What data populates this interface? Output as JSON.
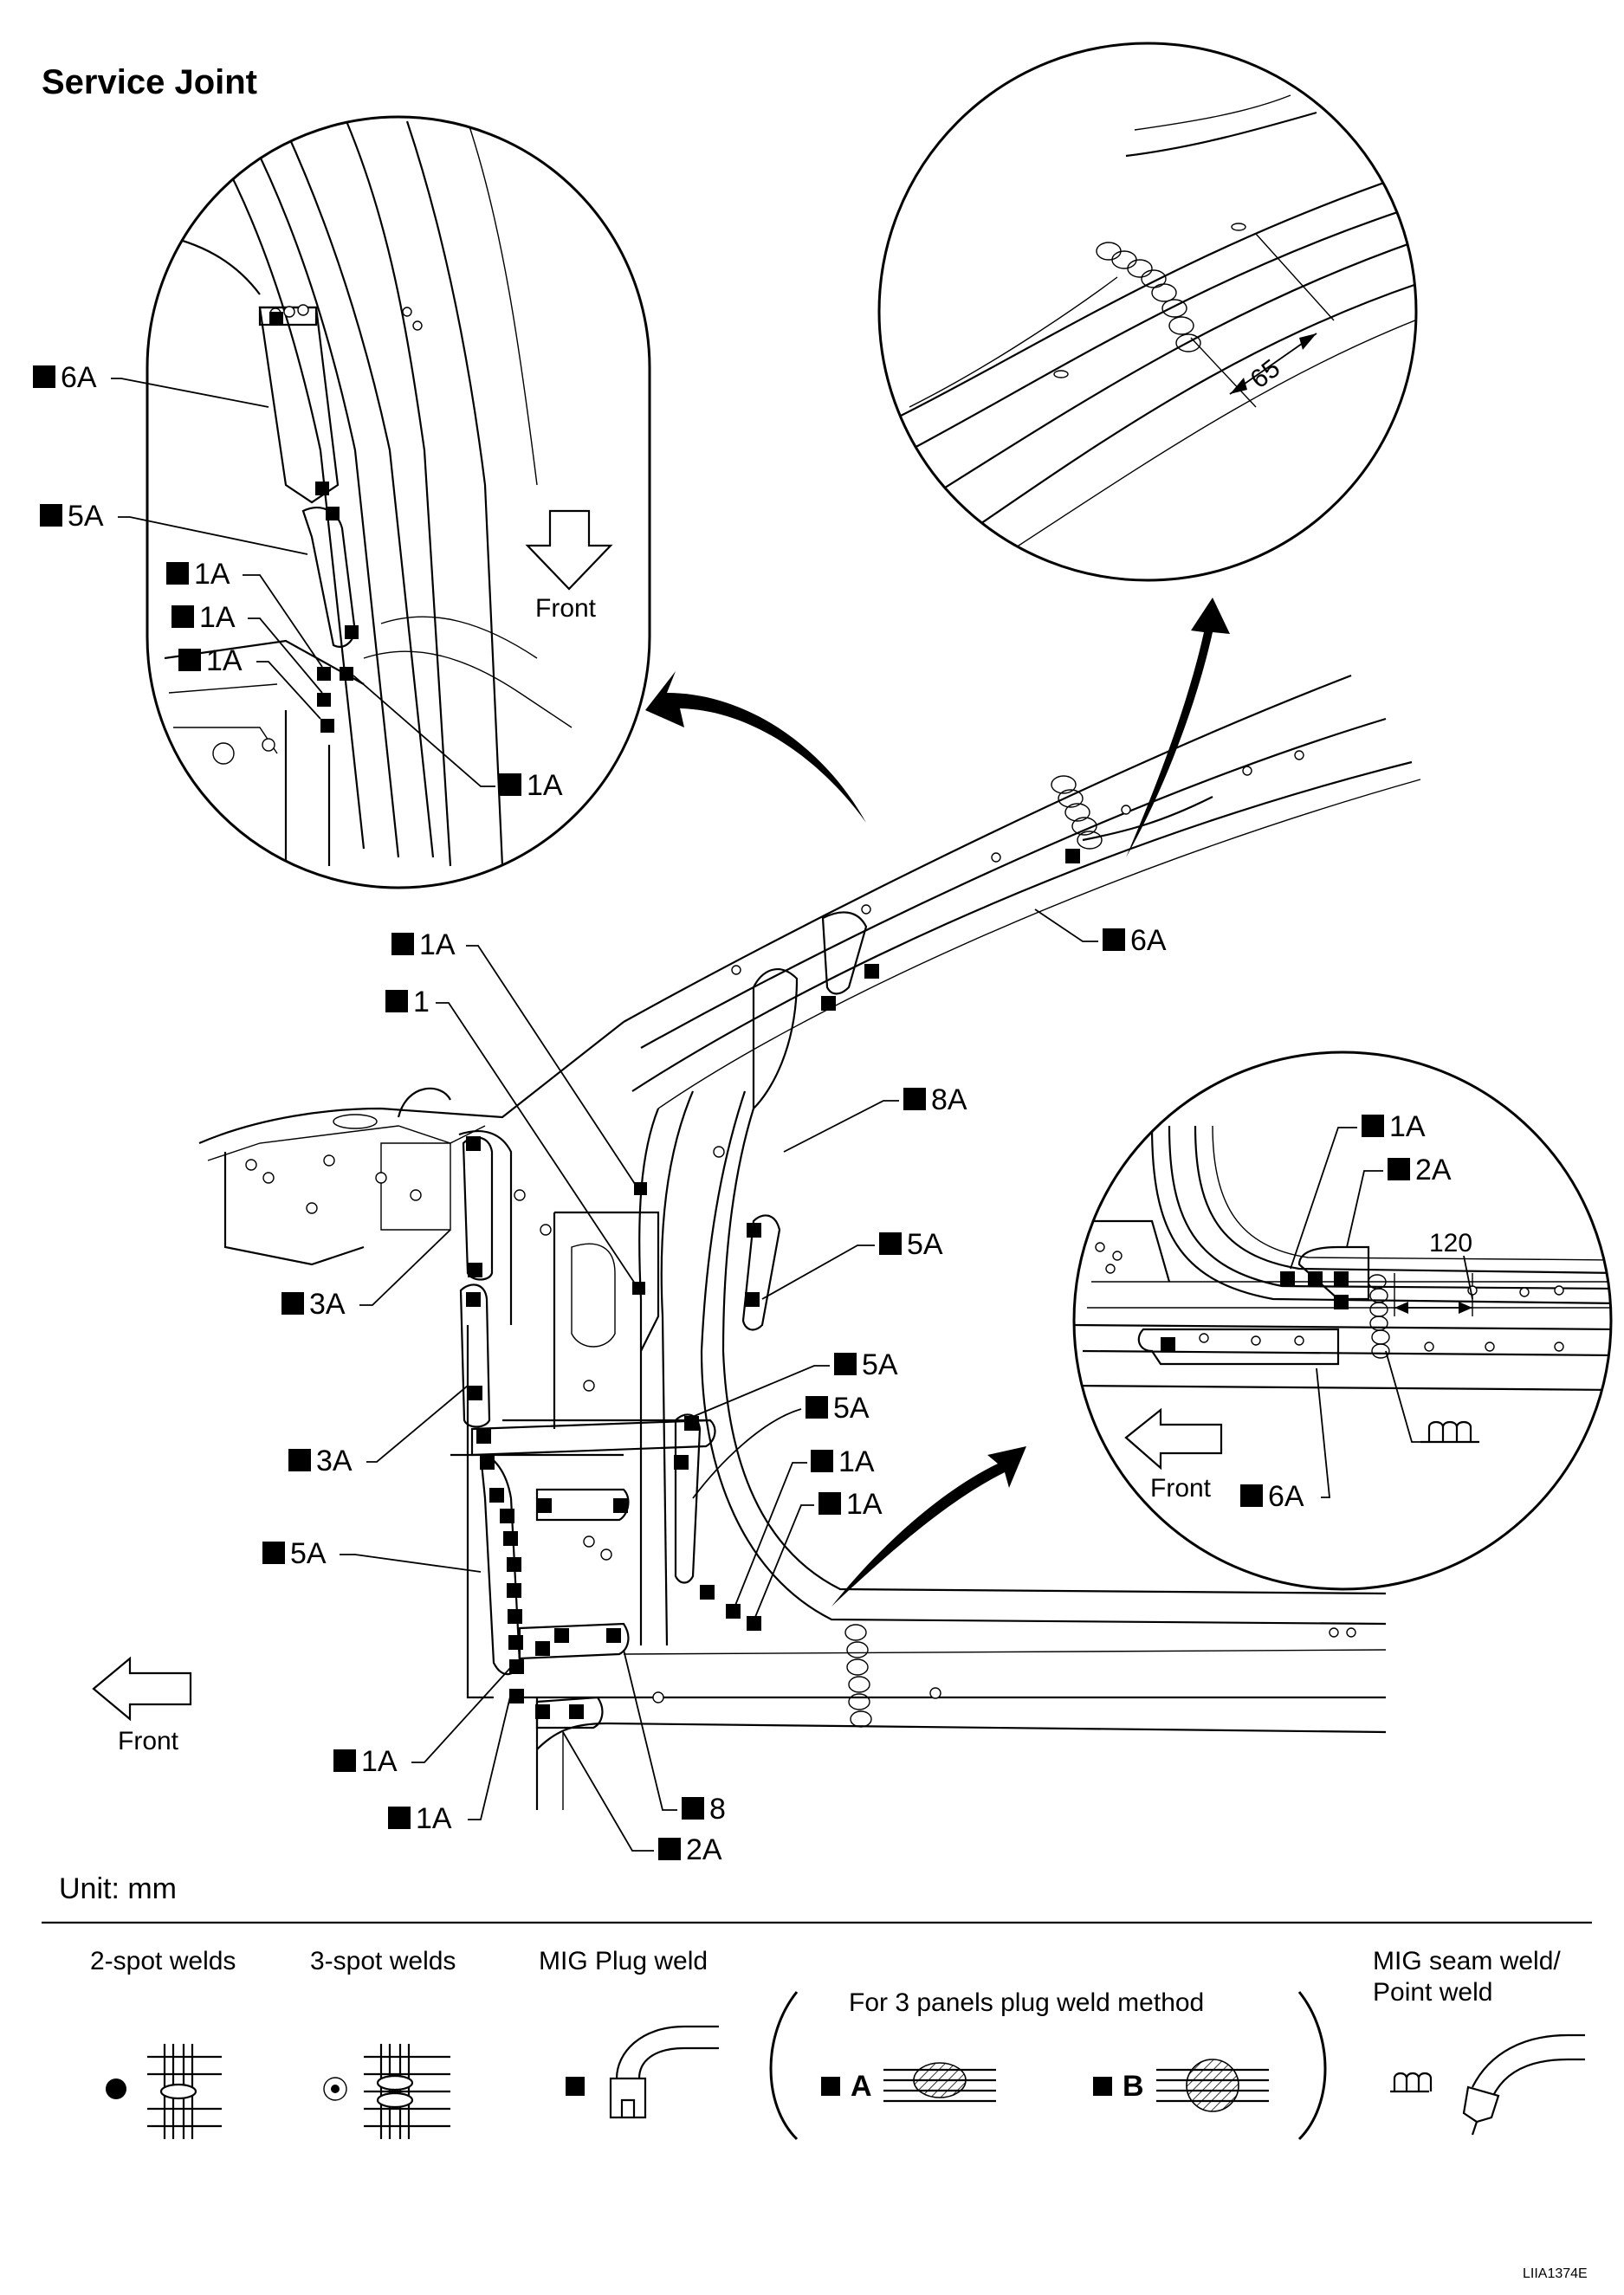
{
  "title": "Service Joint",
  "unit_label": "Unit: mm",
  "figure_code": "LIIA1374E",
  "front_label": "Front",
  "dimensions": {
    "roof_offset": "65",
    "sill_offset": "120"
  },
  "callouts": {
    "d1_6A": "6A",
    "d1_5A": "5A",
    "d1_1A_a": "1A",
    "d1_1A_b": "1A",
    "d1_1A_c": "1A",
    "d1_1A_d": "1A",
    "m_1A_top": "1A",
    "m_1": "1",
    "m_6A": "6A",
    "m_8A": "8A",
    "m_5A_a": "5A",
    "m_5A_b": "5A",
    "m_5A_c": "5A",
    "m_1A_r1": "1A",
    "m_1A_r2": "1A",
    "m_3A_a": "3A",
    "m_3A_b": "3A",
    "m_5A_left": "5A",
    "m_1A_b1": "1A",
    "m_1A_b2": "1A",
    "m_8": "8",
    "m_2A": "2A",
    "d3_1A": "1A",
    "d3_2A": "2A",
    "d3_6A": "6A"
  },
  "legend": {
    "spot2": "2-spot welds",
    "spot3": "3-spot welds",
    "plug": "MIG Plug weld",
    "three_panel": "For 3 panels plug weld method",
    "method_a": "A",
    "method_b": "B",
    "seam_line1": "MIG seam weld/",
    "seam_line2": "Point weld"
  }
}
